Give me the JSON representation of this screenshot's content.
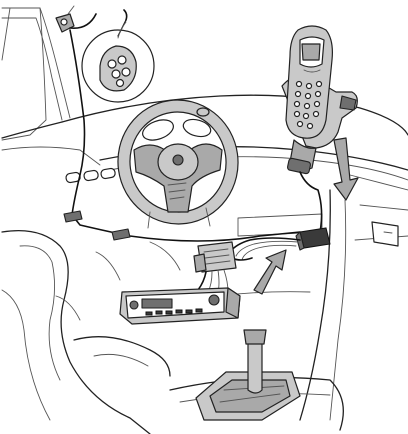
{
  "illustration": {
    "subject": "",
    "colors": {
      "line": "#222222",
      "light_gray": "#c9c9c9",
      "mid_gray": "#a9a9a9",
      "dark_gray": "#6f6f6f",
      "background": "#ffffff"
    },
    "components": [
      "windshield-frame",
      "dashboard",
      "steering-wheel",
      "phone-cradle",
      "mobile-phone",
      "microphone",
      "microphone-detail-callout",
      "cable-clips",
      "interface-box",
      "wiring-harness-connector",
      "car-radio",
      "gear-shift-lever",
      "driver-seat",
      "insertion-arrow"
    ]
  }
}
